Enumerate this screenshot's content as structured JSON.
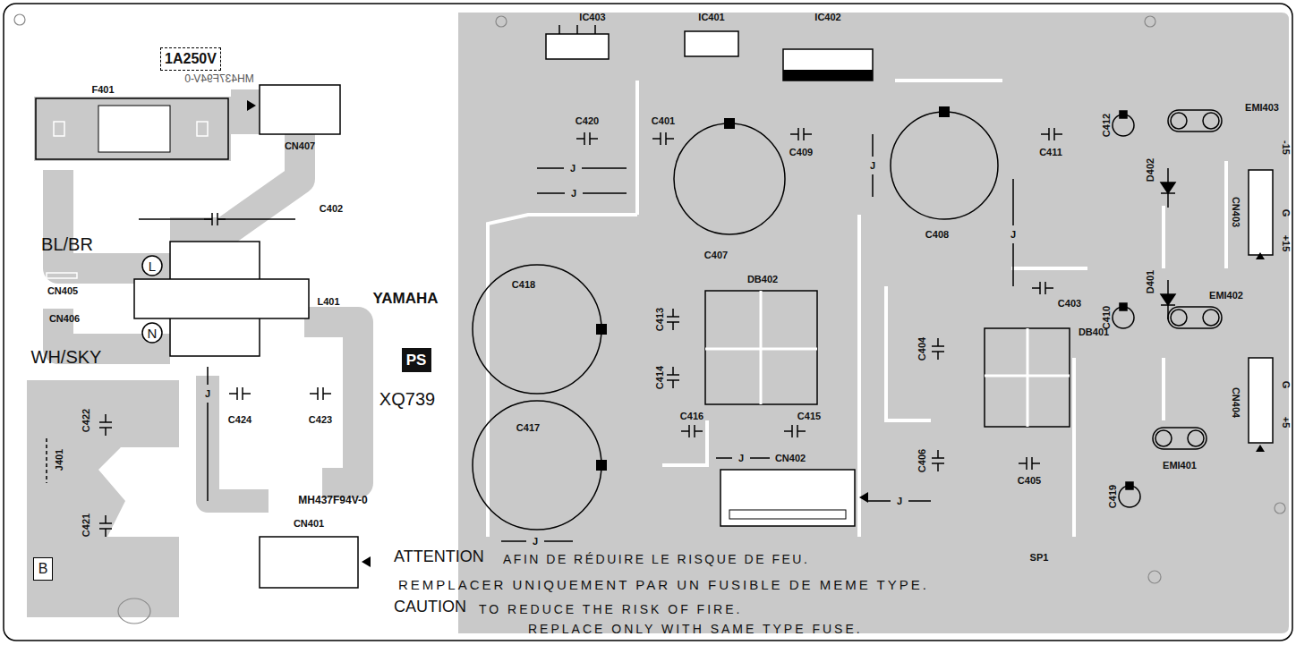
{
  "diagram": {
    "nodes": [
      {
        "text": [
          "1A250V"
        ]
      },
      {
        "text": [
          "L"
        ]
      },
      {
        "text": [
          "N"
        ]
      },
      {
        "text": [
          "PS"
        ]
      },
      {
        "text": [
          "B"
        ]
      }
    ],
    "labels": [
      "F401",
      "CN407",
      "C402",
      "BL/BR",
      "CN405",
      "CN406",
      "L401",
      "WH/SKY",
      "YAMAHA",
      "XQ739",
      "C424",
      "C423",
      "C422",
      "J401",
      "C421",
      "MH437F94V-0",
      "CN401",
      "ATTENTION",
      "AFIN DE RÉDUIRE LE RISQUE DE FEU.",
      "REMPLACER UNIQUEMENT PAR UN FUSIBLE DE MEME TYPE.",
      "CAUTION",
      "TO REDUCE THE RISK OF FIRE.",
      "REPLACE ONLY WITH SAME TYPE FUSE.",
      "IC403",
      "IC401",
      "IC402",
      "C420",
      "C401",
      "C409",
      "C411",
      "C412",
      "D402",
      "EMI403",
      "CN403",
      "-15",
      "G",
      "+15",
      "C418",
      "C407",
      "C408",
      "C413",
      "DB402",
      "C403",
      "C410",
      "D401",
      "EMI402",
      "C404",
      "DB401",
      "C417",
      "C414",
      "C416",
      "C415",
      "C406",
      "C405",
      "CN402",
      "C419",
      "EMI401",
      "CN404",
      "G",
      "+5",
      "SP1",
      "MH437F94V-0",
      "J",
      "J",
      "J",
      "J",
      "J",
      "J",
      "J",
      "J"
    ]
  }
}
